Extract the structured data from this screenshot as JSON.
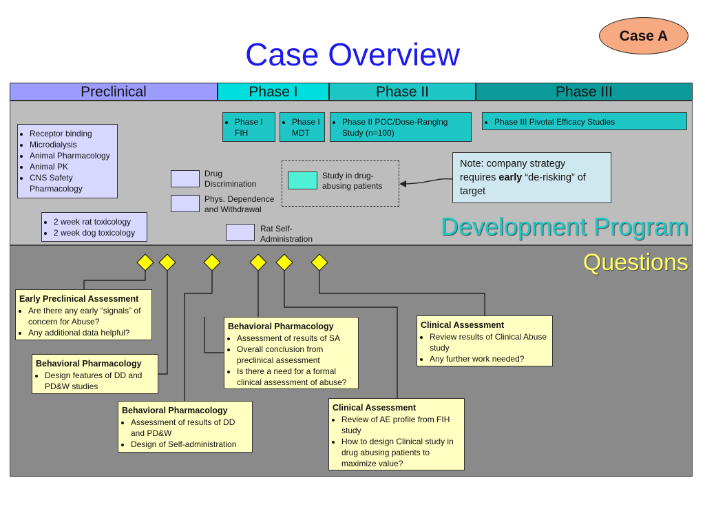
{
  "header": {
    "title": "Case Overview",
    "case_badge": "Case A"
  },
  "phases": [
    "Preclinical",
    "Phase I",
    "Phase II",
    "Phase III"
  ],
  "upper": {
    "preclinical_list": [
      "Receptor binding",
      "Microdialysis",
      "Animal Pharmacology",
      "Animal PK",
      "CNS Safety Pharmacology"
    ],
    "tox_list": [
      "2 week rat toxicology",
      "2 week dog toxicology"
    ],
    "phase1_fih": "Phase I FIH",
    "phase1_mdt": "Phase I MDT",
    "phase2": "Phase II POC/Dose-Ranging Study (n=100)",
    "phase3": "Phase III Pivotal Efficacy Studies",
    "drug_discrimination": "Drug Discrimination",
    "phys_dependence": "Phys. Dependence and Withdrawal",
    "rat_self_admin": "Rat Self-Administration",
    "study_drug_abusing": "Study in drug-abusing patients",
    "note": {
      "prefix": "Note: company strategy requires ",
      "bold": "early",
      "suffix": " “de-risking” of target"
    },
    "dev_program": "Development Program"
  },
  "lower": {
    "questions_label": "Questions",
    "boxes": [
      {
        "title": "Early Preclinical Assessment",
        "items": [
          "Are there any early “signals” of concern for Abuse?",
          "Any additional data helpful?"
        ]
      },
      {
        "title": "Behavioral Pharmacology",
        "items": [
          "Design features of DD and PD&W studies"
        ]
      },
      {
        "title": "Behavioral Pharmacology",
        "items": [
          "Assessment of results of DD and PD&W",
          "Design of Self-administration"
        ]
      },
      {
        "title": "Behavioral Pharmacology",
        "items": [
          "Assessment of results of SA",
          "Overall conclusion from preclinical assessment",
          "Is there a need for a formal clinical assessment of abuse?"
        ]
      },
      {
        "title": "Clinical Assessment",
        "items": [
          "Review of AE profile from FIH study",
          "How to design Clinical study in drug abusing patients to maximize value?"
        ]
      },
      {
        "title": "Clinical Assessment",
        "items": [
          "Review results of Clinical Abuse study",
          "Any further work needed?"
        ]
      }
    ]
  },
  "colors": {
    "title": "#1a1aee",
    "preclinical": "#9c9cff",
    "phase1": "#00dede",
    "phase2": "#1fc6c6",
    "phase3": "#0d9a9a",
    "question_box": "#ffffc2",
    "milestone": "#ffff00"
  }
}
